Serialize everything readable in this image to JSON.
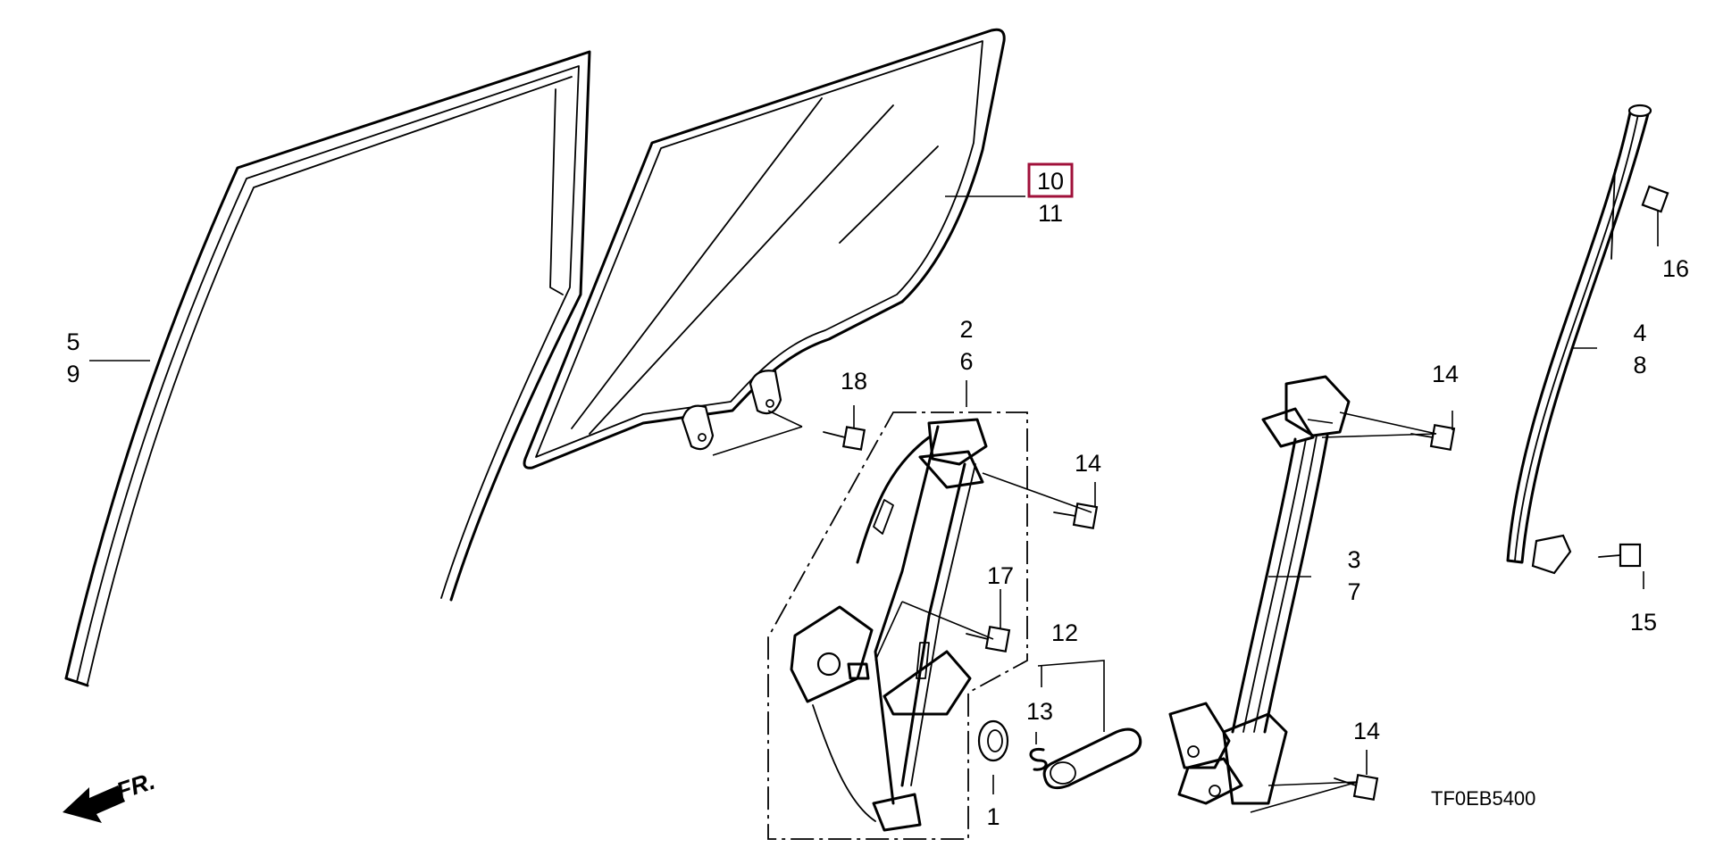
{
  "callouts": {
    "c1": "1",
    "c2": "2",
    "c3": "3",
    "c4": "4",
    "c5": "5",
    "c6": "6",
    "c7": "7",
    "c8": "8",
    "c9": "9",
    "c10": "10",
    "c11": "11",
    "c12": "12",
    "c13": "13",
    "c14a": "14",
    "c14b": "14",
    "c14c": "14",
    "c15": "15",
    "c16": "16",
    "c17": "17",
    "c18": "18"
  },
  "highlighted_callout": "10",
  "diagram_code": "TF0EB5400",
  "direction_label": "FR.",
  "colors": {
    "line": "#000000",
    "highlight": "#a0103a",
    "background": "#ffffff"
  }
}
